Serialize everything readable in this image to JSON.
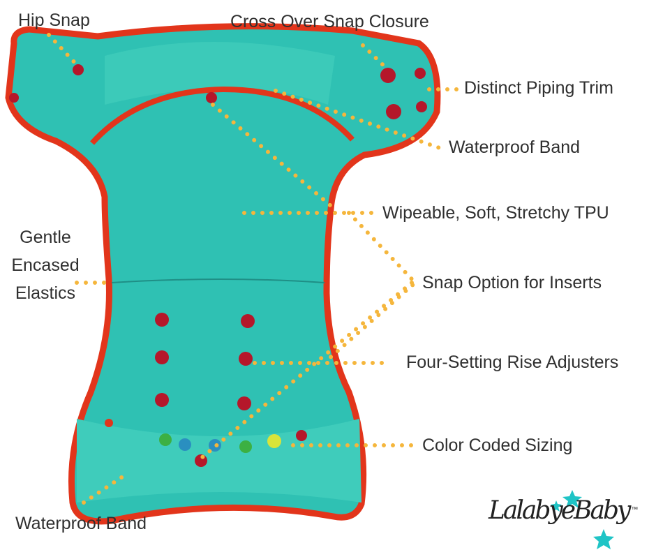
{
  "labels": {
    "hip_snap": "Hip Snap",
    "cross_over": "Cross Over Snap Closure",
    "piping": "Distinct Piping Trim",
    "waterproof_top": "Waterproof Band",
    "tpu": "Wipeable, Soft, Stretchy TPU",
    "elastics_1": "Gentle",
    "elastics_2": "Encased",
    "elastics_3": "Elastics",
    "snap_option": "Snap Option for Inserts",
    "rise": "Four-Setting Rise Adjusters",
    "color_coded": "Color Coded Sizing",
    "waterproof_bottom": "Waterproof Band"
  },
  "logo": {
    "text": "LalabyeBaby",
    "tm": "™"
  },
  "colors": {
    "teal": "#2fc1b3",
    "piping": "#e2351b",
    "dots": "#f5b63c",
    "snap": "#b5172a",
    "star": "#1fc4c6"
  }
}
